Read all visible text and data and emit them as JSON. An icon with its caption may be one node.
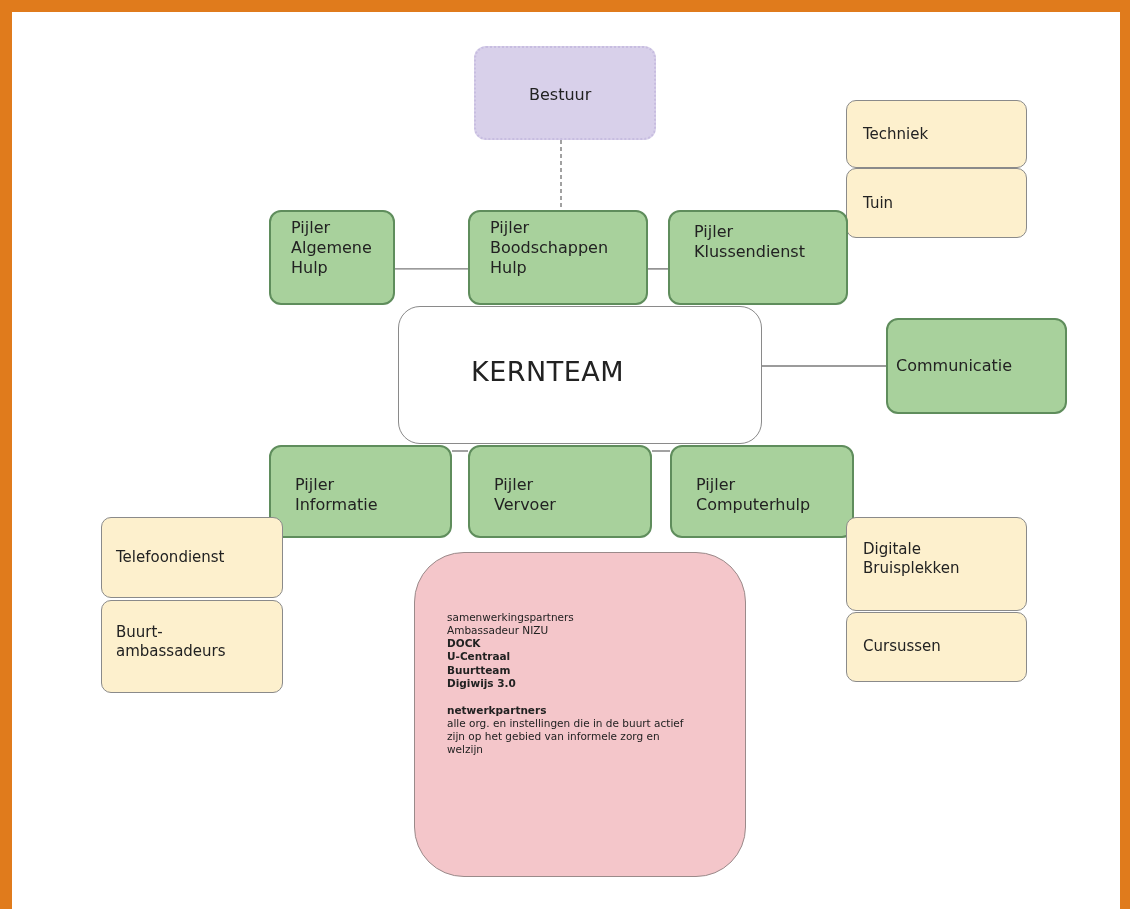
{
  "diagram": {
    "nodes": [
      {
        "text": [
          "Bestuur"
        ]
      },
      {
        "text": [
          "Techniek"
        ]
      },
      {
        "text": [
          "Tuin"
        ]
      },
      {
        "text": [
          "Pijler Algemene Hulp"
        ]
      },
      {
        "text": [
          "Pijler Boodschappen Hulp"
        ]
      },
      {
        "text": [
          "Pijler Klussendienst"
        ]
      },
      {
        "text": [
          "KERNTEAM"
        ]
      },
      {
        "text": [
          "Communicatie"
        ]
      },
      {
        "text": [
          "Pijler Informatie"
        ]
      },
      {
        "text": [
          "Pijler Vervoer"
        ]
      },
      {
        "text": [
          "Pijler Computerhulp"
        ]
      },
      {
        "text": [
          "Telefoondienst"
        ]
      },
      {
        "text": [
          "Buurt-ambassadeurs"
        ]
      },
      {
        "text": [
          "Digitale Bruisplekken"
        ]
      },
      {
        "text": [
          "Cursussen"
        ]
      },
      {
        "text": [
          "samenwerkingspartners",
          "Ambassadeur NIZU",
          "DOCK",
          "U-Centraal",
          "Buurtteam",
          "Digiwijs 3.0",
          "netwerkpartners",
          "alle org. en instellingen die in de buurt actief zijn op het gebied van informele zorg en welzijn"
        ]
      }
    ],
    "edges": [
      {
        "from": 0,
        "to": 4,
        "arrow": "none",
        "style": "dashed"
      },
      {
        "from": 6,
        "to": 7,
        "arrow": "none"
      },
      {
        "from": 3,
        "to": 4,
        "arrow": "none"
      },
      {
        "from": 4,
        "to": 5,
        "arrow": "none"
      },
      {
        "from": 8,
        "to": 9,
        "arrow": "none"
      },
      {
        "from": 9,
        "to": 10,
        "arrow": "none"
      }
    ]
  }
}
